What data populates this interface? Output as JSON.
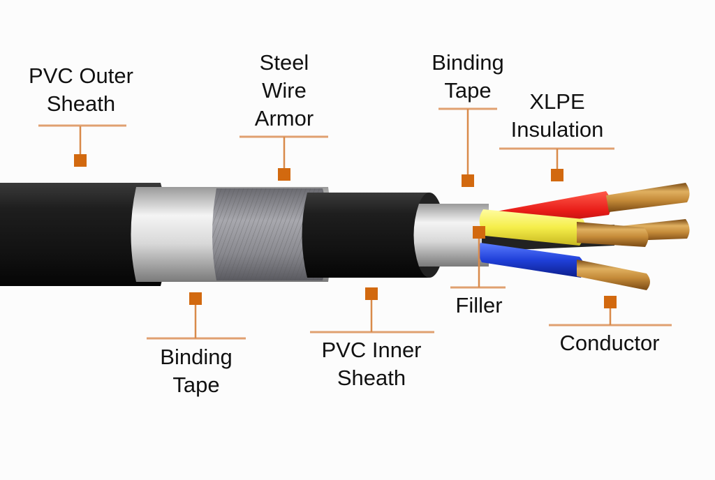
{
  "diagram": {
    "title": "Steel Wire Armored Power Cable Structure",
    "accent_color": "#d2690f",
    "callouts": [
      {
        "id": "pvc-outer-sheath",
        "lines": [
          "PVC Outer",
          "Sheath"
        ],
        "position": "top"
      },
      {
        "id": "steel-wire-armor",
        "lines": [
          "Steel",
          "Wire",
          "Armor"
        ],
        "position": "top"
      },
      {
        "id": "binding-tape-inner",
        "lines": [
          "Binding",
          "Tape"
        ],
        "position": "top"
      },
      {
        "id": "xlpe-insulation",
        "lines": [
          "XLPE",
          "Insulation"
        ],
        "position": "top"
      },
      {
        "id": "binding-tape-outer",
        "lines": [
          "Binding",
          "Tape"
        ],
        "position": "bottom"
      },
      {
        "id": "pvc-inner-sheath",
        "lines": [
          "PVC Inner",
          "Sheath"
        ],
        "position": "bottom"
      },
      {
        "id": "filler",
        "lines": [
          "Filler"
        ],
        "position": "bottom"
      },
      {
        "id": "conductor",
        "lines": [
          "Conductor"
        ],
        "position": "bottom"
      }
    ],
    "cable_layers": [
      {
        "name": "PVC Outer Sheath",
        "color": "#1a1a1a"
      },
      {
        "name": "Binding Tape",
        "color": "#dcdcdc"
      },
      {
        "name": "Steel Wire Armor",
        "color": "#8a8a90"
      },
      {
        "name": "PVC Inner Sheath",
        "color": "#1c1c1c"
      },
      {
        "name": "Binding Tape",
        "color": "#e6e6e6"
      }
    ],
    "cores": [
      {
        "name": "red-core",
        "color": "#e8201c"
      },
      {
        "name": "black-core",
        "color": "#222222"
      },
      {
        "name": "yellow-core",
        "color": "#f5ee4a"
      },
      {
        "name": "blue-core",
        "color": "#1f3fd8"
      }
    ],
    "conductor_color": "#c8913c"
  }
}
